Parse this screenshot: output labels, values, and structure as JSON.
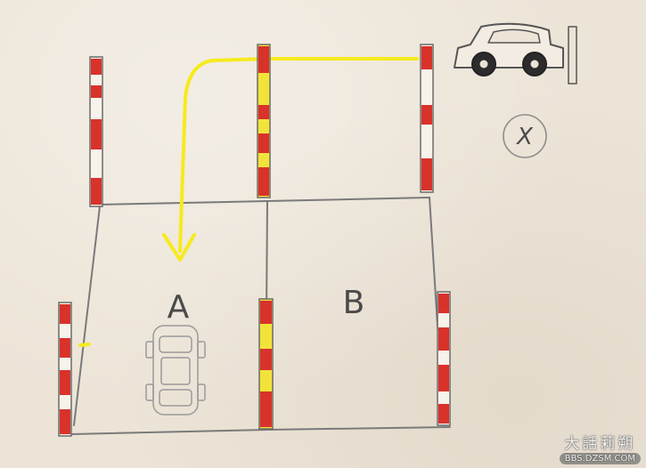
{
  "labels": {
    "spot_a": "A",
    "spot_b": "B",
    "cross": "X"
  },
  "watermark": {
    "cn": "大話莉朔",
    "url": "BBS.DZSM.COM"
  },
  "colors": {
    "paper": "#ece4d7",
    "pencil": "#6b6b6b",
    "pole_red": "#d8322a",
    "pole_yellow": "#f2e33a",
    "path_yellow": "#f6ea1e"
  },
  "icons": [
    "car-icon",
    "car-top-view-icon",
    "arrow-down-icon",
    "circled-x-icon"
  ]
}
